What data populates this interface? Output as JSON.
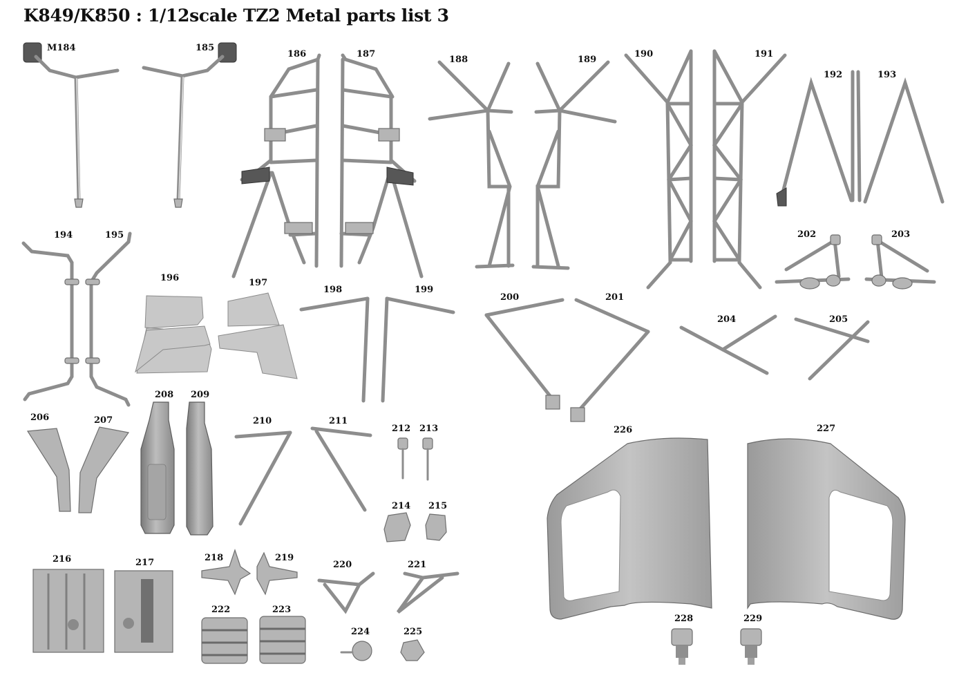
{
  "title": "K849/K850 : 1/12scale TZ2 Metal parts list 3",
  "parts": {
    "p_m184": "M184",
    "p185": "185",
    "p186": "186",
    "p187": "187",
    "p188": "188",
    "p189": "189",
    "p190": "190",
    "p191": "191",
    "p192": "192",
    "p193": "193",
    "p194": "194",
    "p195": "195",
    "p196": "196",
    "p197": "197",
    "p198": "198",
    "p199": "199",
    "p200": "200",
    "p201": "201",
    "p202": "202",
    "p203": "203",
    "p204": "204",
    "p205": "205",
    "p206": "206",
    "p207": "207",
    "p208": "208",
    "p209": "209",
    "p210": "210",
    "p211": "211",
    "p212": "212",
    "p213": "213",
    "p214": "214",
    "p215": "215",
    "p216": "216",
    "p217": "217",
    "p218": "218",
    "p219": "219",
    "p220": "220",
    "p221": "221",
    "p222": "222",
    "p223": "223",
    "p224": "224",
    "p225": "225",
    "p226": "226",
    "p227": "227",
    "p228": "228",
    "p229": "229"
  }
}
